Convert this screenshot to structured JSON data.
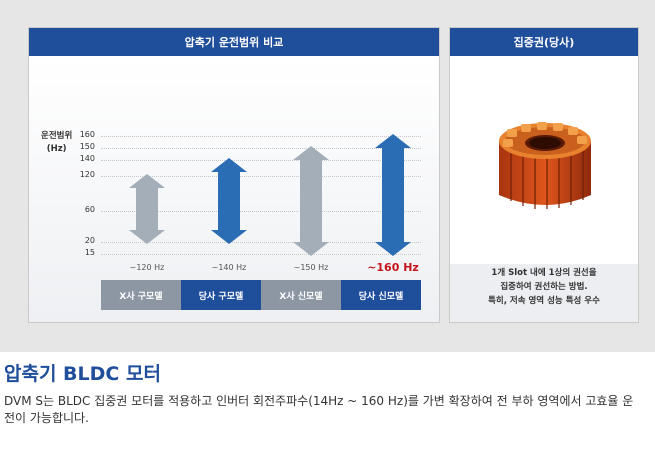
{
  "left_card": {
    "header": "압축기 운전범위 비교",
    "y_axis_label_line1": "운전범위",
    "y_axis_label_line2": "(Hz)"
  },
  "right_card": {
    "header": "집중권(당사)",
    "description": [
      "1개 Slot 내에 1상의 권선을",
      "집중하여 권선하는 방법.",
      "특히, 저속 영역 성능 특성 우수"
    ]
  },
  "chart_data": {
    "type": "bar",
    "subtype": "floating-range-arrows",
    "title": "압축기 운전범위 비교",
    "ylabel": "운전범위 (Hz)",
    "y_ticks": [
      160,
      150,
      140,
      120,
      60,
      20,
      15
    ],
    "ylim": [
      15,
      160
    ],
    "categories": [
      "X사 구모델",
      "당사 구모델",
      "X사 신모델",
      "당사 신모델"
    ],
    "ranges": [
      {
        "category": "X사 구모델",
        "min": 20,
        "max": 120,
        "label": "~120 Hz",
        "color": "#a4aeb8",
        "highlight": false
      },
      {
        "category": "당사 구모델",
        "min": 20,
        "max": 140,
        "label": "~140 Hz",
        "color": "#2a6db4",
        "highlight": false
      },
      {
        "category": "X사 신모델",
        "min": 15,
        "max": 150,
        "label": "~150 Hz",
        "color": "#a4aeb8",
        "highlight": false
      },
      {
        "category": "당사 신모델",
        "min": 15,
        "max": 160,
        "label": "~160 Hz",
        "color": "#2a6db4",
        "highlight": true
      }
    ]
  },
  "colors": {
    "brand_blue": "#1f4e9b",
    "gray_category": "#8c97a3",
    "accent_red": "#c4141c"
  },
  "section": {
    "title": "압축기 BLDC 모터",
    "body": "DVM S는 BLDC 집중권 모터를 적용하고 인버터 회전주파수(14Hz ~ 160 Hz)를 가변 확장하여 전 부하 영역에서 고효율 운전이 가능합니다."
  }
}
